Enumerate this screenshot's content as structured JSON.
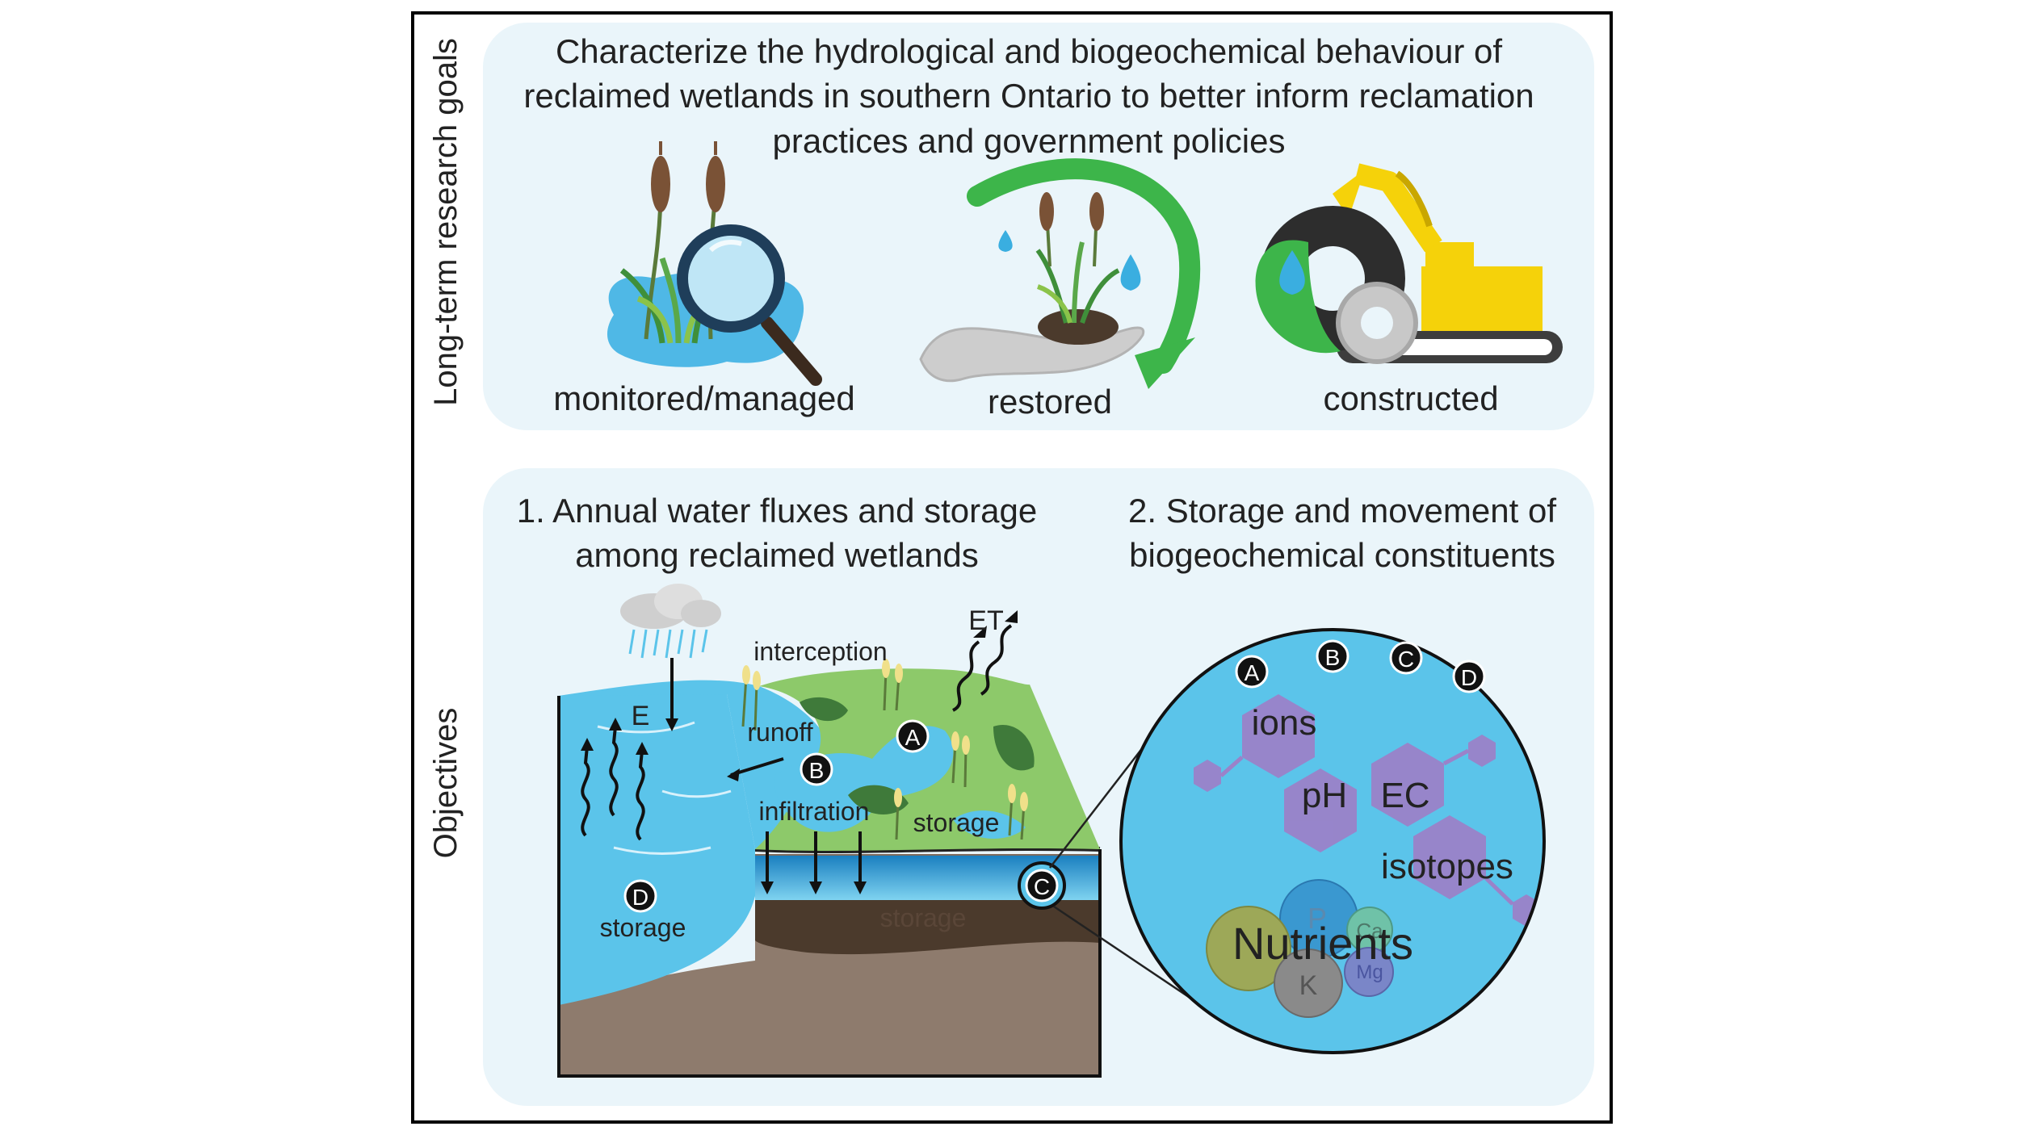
{
  "side_labels": {
    "goals": "Long-term research goals",
    "objectives": "Objectives"
  },
  "goal": {
    "line1": "Characterize the hydrological and biogeochemical behaviour of",
    "line2": "reclaimed wetlands in southern Ontario to better inform reclamation",
    "line3": "practices and government policies"
  },
  "wetland_types": [
    "monitored/managed",
    "restored",
    "constructed"
  ],
  "objective1": {
    "line1": "1. Annual water fluxes and storage",
    "line2": "among reclaimed wetlands"
  },
  "objective2": {
    "line1": "2. Storage and movement of",
    "line2": "biogeochemical constituents"
  },
  "hydro_labels": {
    "interception": "interception",
    "et": "ET",
    "e": "E",
    "runoff": "runoff",
    "infiltration": "infiltration",
    "storage_surface": "storage",
    "storage_ground": "storage",
    "storage_pond": "storage"
  },
  "markers": [
    "A",
    "B",
    "C",
    "D"
  ],
  "constituents": {
    "ions": "ions",
    "ph": "pH",
    "ec": "EC",
    "isotopes": "isotopes",
    "nutrients": "Nutrients",
    "p": "P",
    "ca": "Ca",
    "k": "K",
    "mg": "Mg"
  },
  "colors": {
    "panel_bg": "#eaf5fa",
    "water": "#5bc4ea",
    "land_green": "#8dc96a",
    "soil_dark": "#4b3a2c",
    "soil_light": "#8a7566",
    "hex_purple": "#9b82c9",
    "arrow_green": "#3db54a",
    "excavator_yellow": "#f5d20a"
  }
}
